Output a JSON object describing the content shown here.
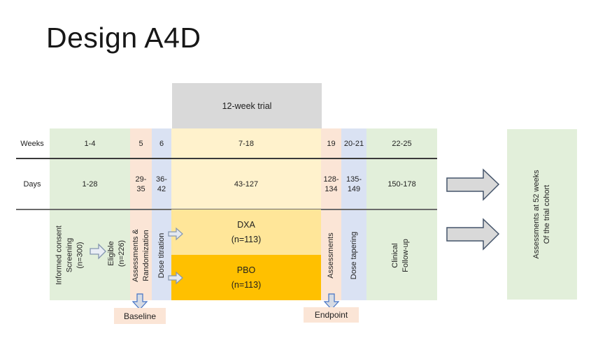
{
  "title": "Design A4D",
  "banner": {
    "label": "12-week trial"
  },
  "rows": {
    "weeks": "Weeks",
    "days": "Days"
  },
  "columns": [
    {
      "weeks": "1-4",
      "days": "1-28"
    },
    {
      "weeks": "5",
      "days": "29-35"
    },
    {
      "weeks": "6",
      "days": "36-42"
    },
    {
      "weeks": "7-18",
      "days": "43-127"
    },
    {
      "weeks": "19",
      "days": "128-134"
    },
    {
      "weeks": "20-21",
      "days": "135-149"
    },
    {
      "weeks": "22-25",
      "days": "150-178"
    }
  ],
  "stages": {
    "screening": [
      "Informed consent",
      "Screening",
      "(n=300)"
    ],
    "eligible": [
      "Eligible",
      "(n=226)"
    ],
    "assessments_randomization": [
      "Assessments &",
      "Randomization"
    ],
    "dose_titration": "Dose titration",
    "assessments": "Assessments",
    "dose_tapering": "Dose tapering",
    "clinical_followup": [
      "Clinical",
      "Follow-up"
    ]
  },
  "arms": {
    "dxa": {
      "label": "DXA",
      "n": "(n=113)"
    },
    "pbo": {
      "label": "PBO",
      "n": "(n=113)"
    }
  },
  "markers": {
    "baseline": "Baseline",
    "endpoint": "Endpoint"
  },
  "outcome": {
    "lines": [
      "Assessments at 52 weeks",
      "Of the trial cohort"
    ]
  },
  "icons": {
    "right_arrow": "right-arrow",
    "down_arrow": "down-arrow"
  },
  "colors": {
    "screening_green": "#E2EFDA",
    "assessment_pink": "#FBE5D6",
    "dose_blue": "#DAE2F3",
    "trial_yellow": "#FFF2CC",
    "dxa_yellow": "#FFE699",
    "pbo_orange": "#FFC000",
    "banner_gray": "#D9D9D9",
    "big_arrow_fill": "#D9D9D9",
    "big_arrow_stroke": "#44546A",
    "small_arrow_fill": "#E3E8F0",
    "small_arrow_stroke": "#8496B0"
  }
}
